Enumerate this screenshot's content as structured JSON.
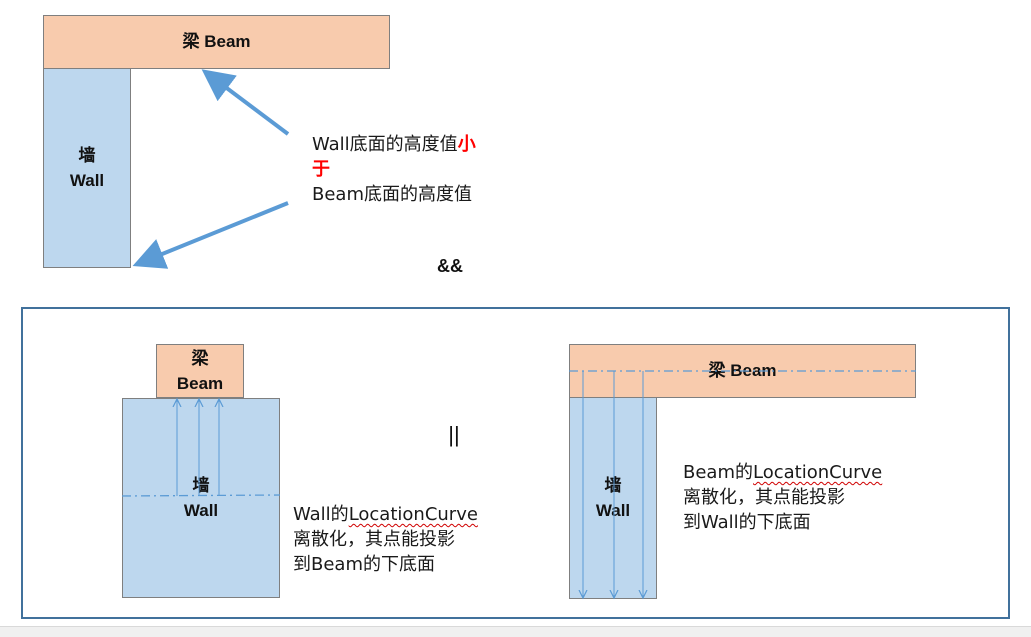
{
  "top": {
    "beam_label": "梁 Beam",
    "wall_label_cn": "墙",
    "wall_label_en": "Wall",
    "note_line1_prefix": "Wall底面的高度值",
    "note_line1_highlight": "小",
    "note_line2_highlight": "于",
    "note_line3": "Beam底面的高度值"
  },
  "connector": "&&",
  "bottom": {
    "left": {
      "beam_label_cn": "梁",
      "beam_label_en": "Beam",
      "wall_label_cn": "墙",
      "wall_label_en": "Wall",
      "note_line1_prefix": "Wall的",
      "note_line1_term": "LocationCurve",
      "note_line2": "离散化，其点能投影",
      "note_line3": "到Beam的下底面"
    },
    "or_symbol": "||",
    "right": {
      "beam_label": "梁 Beam",
      "wall_label_cn": "墙",
      "wall_label_en": "Wall",
      "note_line1_prefix": "Beam的",
      "note_line1_term": "LocationCurve",
      "note_line2": "离散化，其点能投影",
      "note_line3": "到Wall的下底面"
    }
  },
  "colors": {
    "beam_fill": "#f8cbad",
    "wall_fill": "#bdd7ee",
    "arrow": "#5b9bd5",
    "frame": "#41719c",
    "highlight": "#ff0000"
  }
}
